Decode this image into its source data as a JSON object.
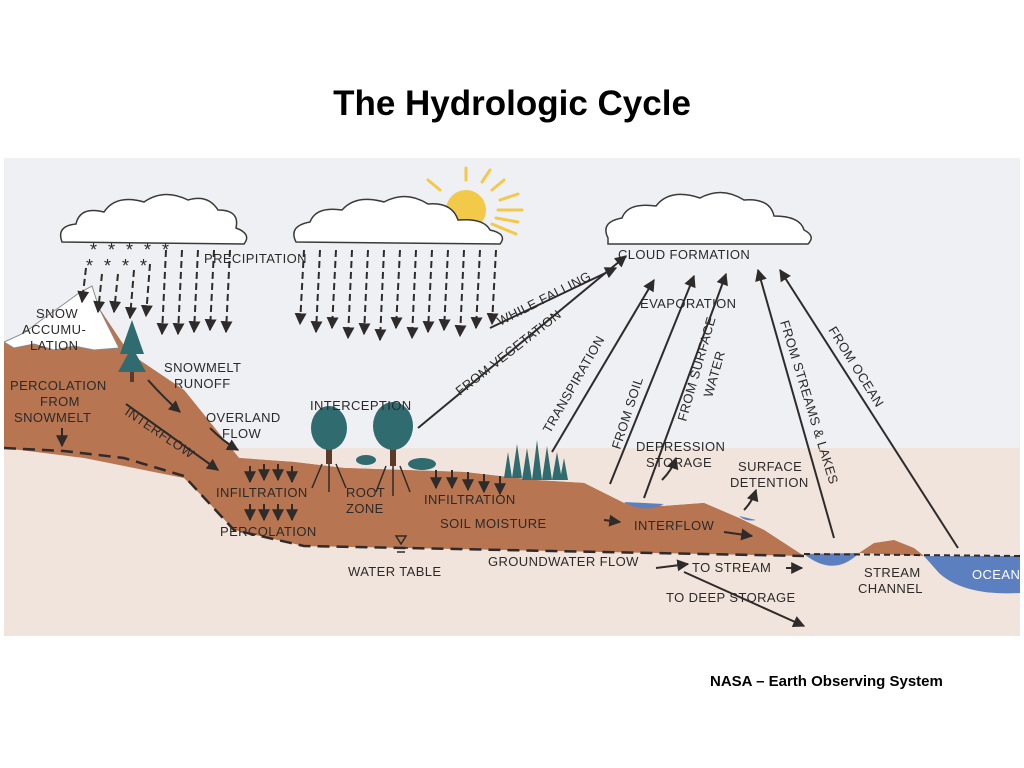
{
  "title": "The Hydrologic Cycle",
  "credit": "NASA – Earth Observing System",
  "colors": {
    "sky": "#eef0f4",
    "soil": "#b77551",
    "soil_dark": "#8a4f33",
    "ground": "#f1e4dc",
    "water": "#5c7fc0",
    "tree": "#2f6b6f",
    "sun": "#f3c94a",
    "arrow": "#2f2b2a"
  },
  "labels": {
    "precipitation": "PRECIPITATION",
    "snow": "SNOW",
    "accum1": "ACCUMU-",
    "accum2": "LATION",
    "perc_from1": "PERCOLATION",
    "perc_from2": "FROM",
    "perc_from3": "SNOWMELT",
    "snowmelt1": "SNOWMELT",
    "snowmelt2": "RUNOFF",
    "overland1": "OVERLAND",
    "overland2": "FLOW",
    "interflow_left": "INTERFLOW",
    "infiltration_left": "INFILTRATION",
    "percolation": "PERCOLATION",
    "interception": "INTERCEPTION",
    "root1": "ROOT",
    "root2": "ZONE",
    "infiltration_mid": "INFILTRATION",
    "soil_moisture": "SOIL MOISTURE",
    "water_table": "WATER TABLE",
    "groundwater": "GROUNDWATER FLOW",
    "to_stream": "TO STREAM",
    "to_deep": "TO DEEP STORAGE",
    "interflow_right": "INTERFLOW",
    "while_falling": "WHILE FALLING",
    "from_vegetation": "FROM VEGETATION",
    "transpiration": "TRANSPIRATION",
    "from_soil": "FROM SOIL",
    "from_surface1": "FROM SURFACE",
    "from_surface2": "WATER",
    "cloud_formation": "CLOUD FORMATION",
    "evaporation": "EVAPORATION",
    "from_streams": "FROM STREAMS & LAKES",
    "from_ocean": "FROM OCEAN",
    "depression1": "DEPRESSION",
    "depression2": "STORAGE",
    "surface1": "SURFACE",
    "surface2": "DETENTION",
    "stream1": "STREAM",
    "stream2": "CHANNEL",
    "ocean": "OCEAN"
  }
}
